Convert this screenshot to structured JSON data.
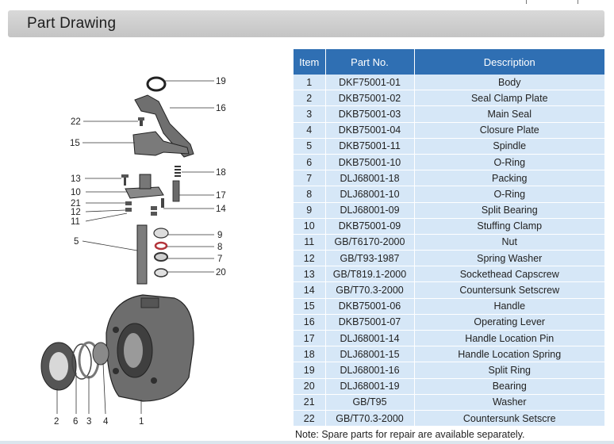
{
  "header": {
    "title": "Part Drawing"
  },
  "table": {
    "headers": {
      "item": "Item",
      "part_no": "Part No.",
      "description": "Description"
    },
    "rows": [
      [
        "1",
        "DKF75001-01",
        "Body"
      ],
      [
        "2",
        "DKB75001-02",
        "Seal Clamp Plate"
      ],
      [
        "3",
        "DKB75001-03",
        "Main Seal"
      ],
      [
        "4",
        "DKB75001-04",
        "Closure Plate"
      ],
      [
        "5",
        "DKB75001-11",
        "Spindle"
      ],
      [
        "6",
        "DKB75001-10",
        "O-Ring"
      ],
      [
        "7",
        "DLJ68001-18",
        "Packing"
      ],
      [
        "8",
        "DLJ68001-10",
        "O-Ring"
      ],
      [
        "9",
        "DLJ68001-09",
        "Split Bearing"
      ],
      [
        "10",
        "DKB75001-09",
        "Stuffing Clamp"
      ],
      [
        "11",
        "GB/T6170-2000",
        "Nut"
      ],
      [
        "12",
        "GB/T93-1987",
        "Spring Washer"
      ],
      [
        "13",
        "GB/T819.1-2000",
        "Sockethead Capscrew"
      ],
      [
        "14",
        "GB/T70.3-2000",
        "Countersunk Setscrew"
      ],
      [
        "15",
        "DKB75001-06",
        "Handle"
      ],
      [
        "16",
        "DKB75001-07",
        "Operating Lever"
      ],
      [
        "17",
        "DLJ68001-14",
        "Handle Location Pin"
      ],
      [
        "18",
        "DLJ68001-15",
        "Handle Location Spring"
      ],
      [
        "19",
        "DLJ68001-16",
        "Split Ring"
      ],
      [
        "20",
        "DLJ68001-19",
        "Bearing"
      ],
      [
        "21",
        "GB/T95",
        "Washer"
      ],
      [
        "22",
        "GB/T70.3-2000",
        "Countersunk Setscre"
      ]
    ]
  },
  "note": "Note: Spare parts for repair are available separately.",
  "drawing": {
    "callouts": {
      "c19": "19",
      "c16": "16",
      "c22": "22",
      "c15": "15",
      "c13": "13",
      "c18": "18",
      "c10": "10",
      "c17": "17",
      "c21": "21",
      "c14": "14",
      "c12": "12",
      "c11": "11",
      "c5": "5",
      "c9": "9",
      "c8": "8",
      "c7": "7",
      "c20": "20",
      "b2": "2",
      "b6": "6",
      "b3": "3",
      "b4": "4",
      "b1": "1"
    }
  }
}
